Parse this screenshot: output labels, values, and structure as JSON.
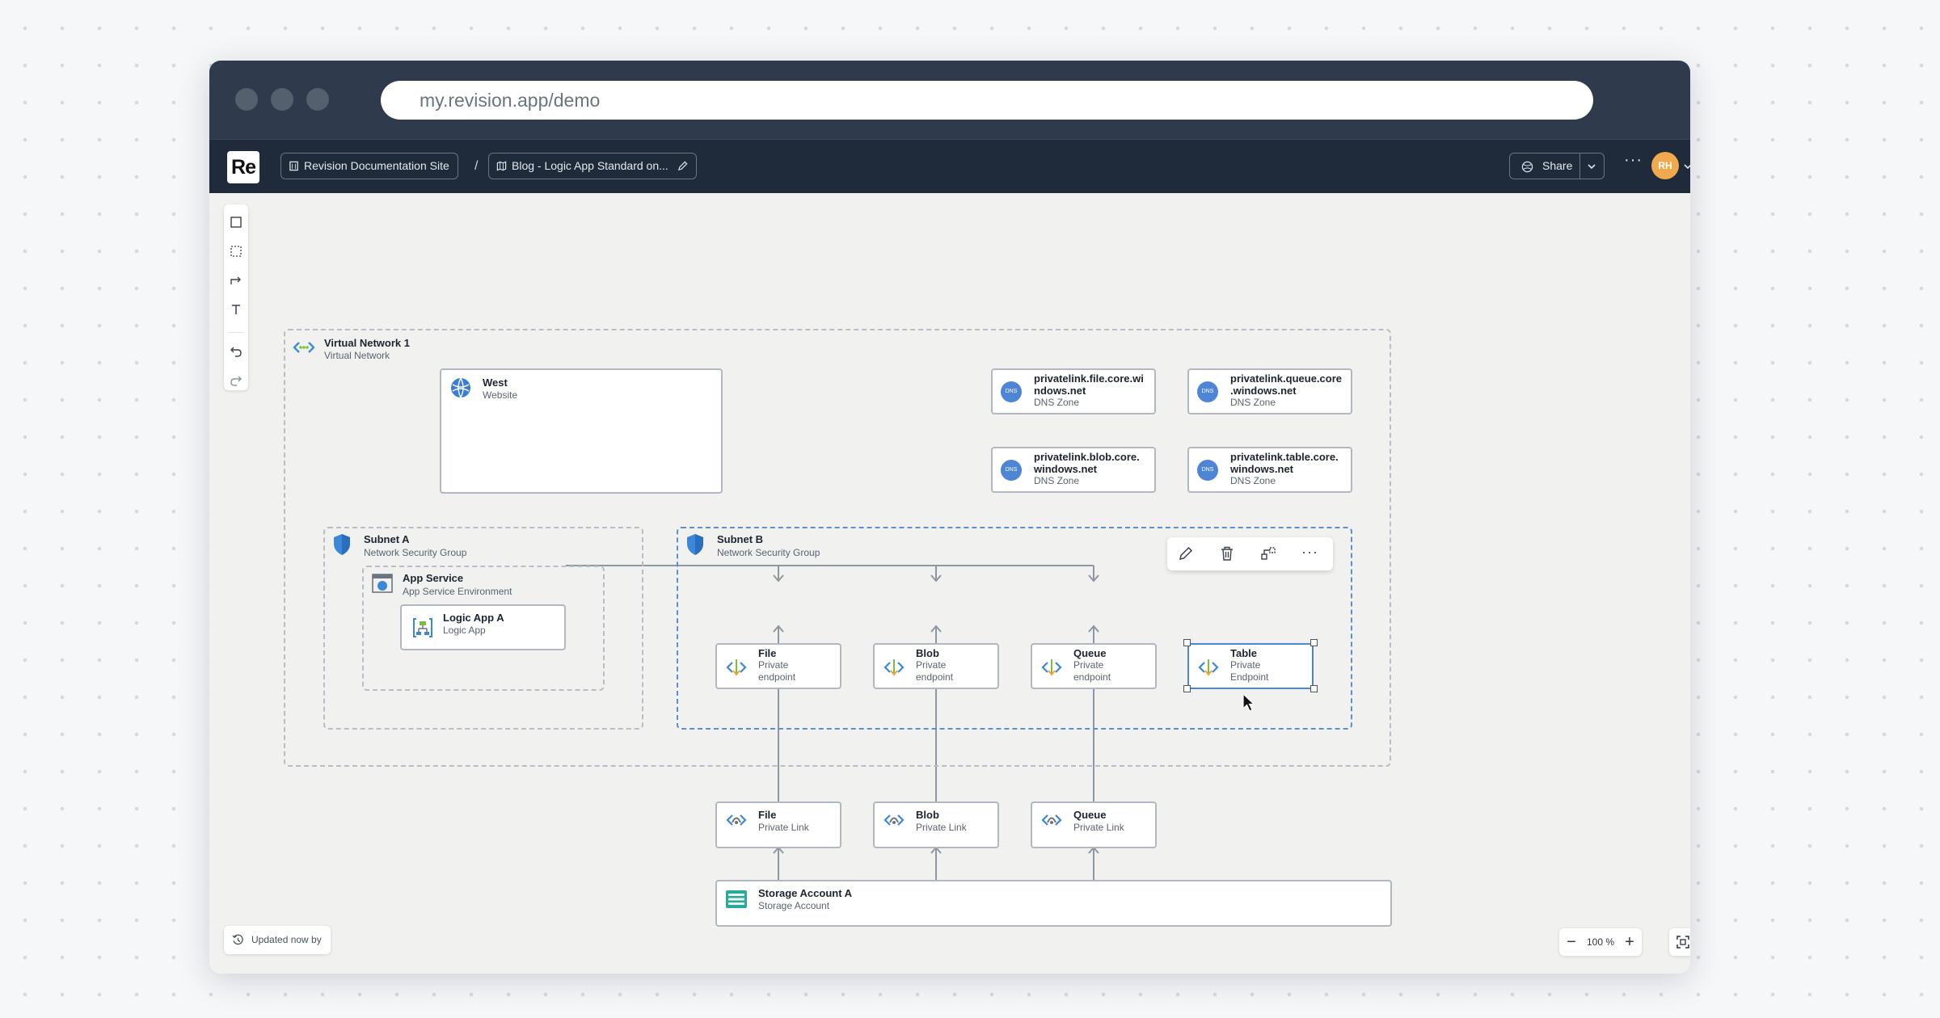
{
  "browser": {
    "url": "my.revision.app/demo"
  },
  "header": {
    "logo": "Re",
    "breadcrumbs": [
      {
        "label": "Revision Documentation Site"
      },
      {
        "label": "Blog - Logic App Standard on..."
      }
    ],
    "separator": "/",
    "share_label": "Share",
    "more_label": "···",
    "avatar_initials": "RH"
  },
  "diagram": {
    "groups": {
      "vnet": {
        "title": "Virtual Network 1",
        "subtitle": "Virtual Network"
      },
      "subnet_a": {
        "title": "Subnet A",
        "subtitle": "Network Security Group"
      },
      "app_service": {
        "title": "App Service",
        "subtitle": "App Service Environment"
      },
      "subnet_b": {
        "title": "Subnet B",
        "subtitle": "Network Security Group"
      }
    },
    "nodes": {
      "west": {
        "title": "West",
        "subtitle": "Website"
      },
      "dns_file": {
        "title_1": "privatelink.file.core.wi",
        "title_2": "ndows.net",
        "subtitle": "DNS Zone",
        "badge": "DNS"
      },
      "dns_queue": {
        "title_1": "privatelink.queue.core",
        "title_2": ".windows.net",
        "subtitle": "DNS Zone",
        "badge": "DNS"
      },
      "dns_blob": {
        "title_1": "privatelink.blob.core.",
        "title_2": "windows.net",
        "subtitle": "DNS Zone",
        "badge": "DNS"
      },
      "dns_table": {
        "title_1": "privatelink.table.core.",
        "title_2": "windows.net",
        "subtitle": "DNS Zone",
        "badge": "DNS"
      },
      "logic_app": {
        "title": "Logic App A",
        "subtitle": "Logic App"
      },
      "ep_file": {
        "title": "File",
        "subtitle_1": "Private",
        "subtitle_2": "endpoint"
      },
      "ep_blob": {
        "title": "Blob",
        "subtitle_1": "Private",
        "subtitle_2": "endpoint"
      },
      "ep_queue": {
        "title": "Queue",
        "subtitle_1": "Private",
        "subtitle_2": "endpoint"
      },
      "ep_table": {
        "title": "Table",
        "subtitle_1": "Private",
        "subtitle_2": "Endpoint"
      },
      "pl_file": {
        "title": "File",
        "subtitle": "Private Link"
      },
      "pl_blob": {
        "title": "Blob",
        "subtitle": "Private Link"
      },
      "pl_queue": {
        "title": "Queue",
        "subtitle": "Private Link"
      },
      "storage": {
        "title": "Storage Account A",
        "subtitle": "Storage Account"
      }
    }
  },
  "footer": {
    "updated_label": "Updated now by",
    "zoom_value": "100 %",
    "zoom_minus": "−",
    "zoom_plus": "+"
  },
  "colors": {
    "chrome": "#2f3a4c",
    "appbar": "#1f2a3a",
    "canvas": "#f1f2f0",
    "selection": "#4a8ad4",
    "avatar": "#f0a94c",
    "dns_badge": "#4d86d6"
  }
}
